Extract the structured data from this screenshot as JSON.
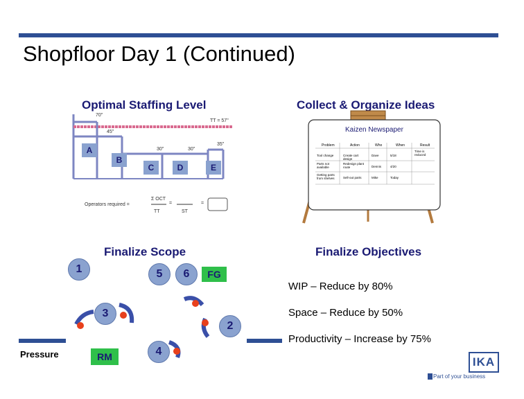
{
  "slide": {
    "title": "Shopfloor Day 1 (Continued)"
  },
  "staffing": {
    "heading": "Optimal Staffing Level",
    "label_70": "70\"",
    "label_tt": "TT = 57\"",
    "label_45": "45\"",
    "label_30a": "30\"",
    "label_30b": "30\"",
    "label_35": "35\"",
    "operators": [
      "A",
      "B",
      "C",
      "D",
      "E"
    ],
    "sum_label": "Σ OCT",
    "operators_required": "Operators required =",
    "tt": "TT",
    "eq": "=",
    "st": "ST"
  },
  "ideas": {
    "heading": "Collect & Organize Ideas",
    "board_title": "Kaizen Newspaper",
    "columns": [
      "Problem",
      "Action",
      "Who",
      "When",
      "Result"
    ],
    "rows": [
      [
        "Tool change",
        "Create cart design",
        "Dave",
        "5/18",
        "Time is reduced"
      ],
      [
        "Parts not available",
        "Redesign plant route",
        "Dennis",
        "4/20",
        ""
      ],
      [
        "Getting parts from shelves",
        "Sell-out parts",
        "Mike",
        "Today",
        ""
      ]
    ]
  },
  "scope": {
    "heading": "Finalize Scope",
    "nodes": [
      "1",
      "5",
      "6",
      "3",
      "2",
      "4"
    ],
    "fg": "FG",
    "rm": "RM",
    "pressure": "Pressure"
  },
  "objectives": {
    "heading": "Finalize Objectives",
    "items": [
      "WIP – Reduce by 80%",
      "Space – Reduce by 50%",
      "Productivity – Increase by 75%"
    ]
  },
  "logo": {
    "name": "IKA",
    "tagline": "Part of your business"
  },
  "colors": {
    "accent": "#2e4f94",
    "node_fill": "#8aa2cf",
    "staffing_bar": "#7d86c2",
    "tt_line": "#d96a8f",
    "fg_green": "#2fbf4a",
    "red_dot": "#e8401c"
  }
}
